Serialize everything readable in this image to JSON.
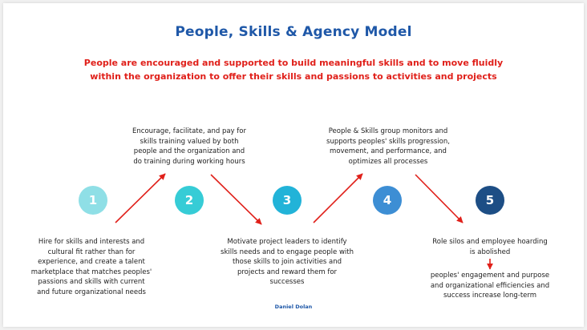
{
  "title": "People, Skills & Agency Model",
  "subtitle_line1": "People are encouraged and supported to build meaningful skills and to move fluidly",
  "subtitle_line2": "within the organization to offer their skills and passions to activities and projects",
  "steps": [
    {
      "number": "1",
      "color": "#8fdfe6",
      "lines": [
        "Hire for skills and interests and",
        "cultural fit rather than for",
        "experience, and create a talent",
        "marketplace that matches peoples'",
        "passions and skills with current",
        "and future organizational needs"
      ]
    },
    {
      "number": "2",
      "color": "#36ccd6",
      "lines": [
        "Encourage, facilitate, and pay for",
        "skills training valued by both",
        "people and the organization and",
        "do training during working hours"
      ]
    },
    {
      "number": "3",
      "color": "#22b3d8",
      "lines": [
        "Motivate project leaders to identify",
        "skills needs and to engage people with",
        "those skills to join activities and",
        "projects and reward them for",
        "successes"
      ]
    },
    {
      "number": "4",
      "color": "#3d8ed4",
      "lines": [
        "People & Skills group monitors and",
        "supports peoples' skills progression,",
        "movement, and performance, and",
        "optimizes all processes"
      ]
    },
    {
      "number": "5",
      "color": "#1d4e85",
      "lines": [
        "Role silos and employee hoarding",
        "is abolished"
      ],
      "result_lines": [
        "peoples' engagement and purpose",
        "and organizational efficiencies and",
        "success increase long-term"
      ]
    }
  ],
  "colors": {
    "arrow": "#e0201a",
    "title": "#1f58a8",
    "subtitle": "#e0201a"
  },
  "author": "Daniel Dolan"
}
